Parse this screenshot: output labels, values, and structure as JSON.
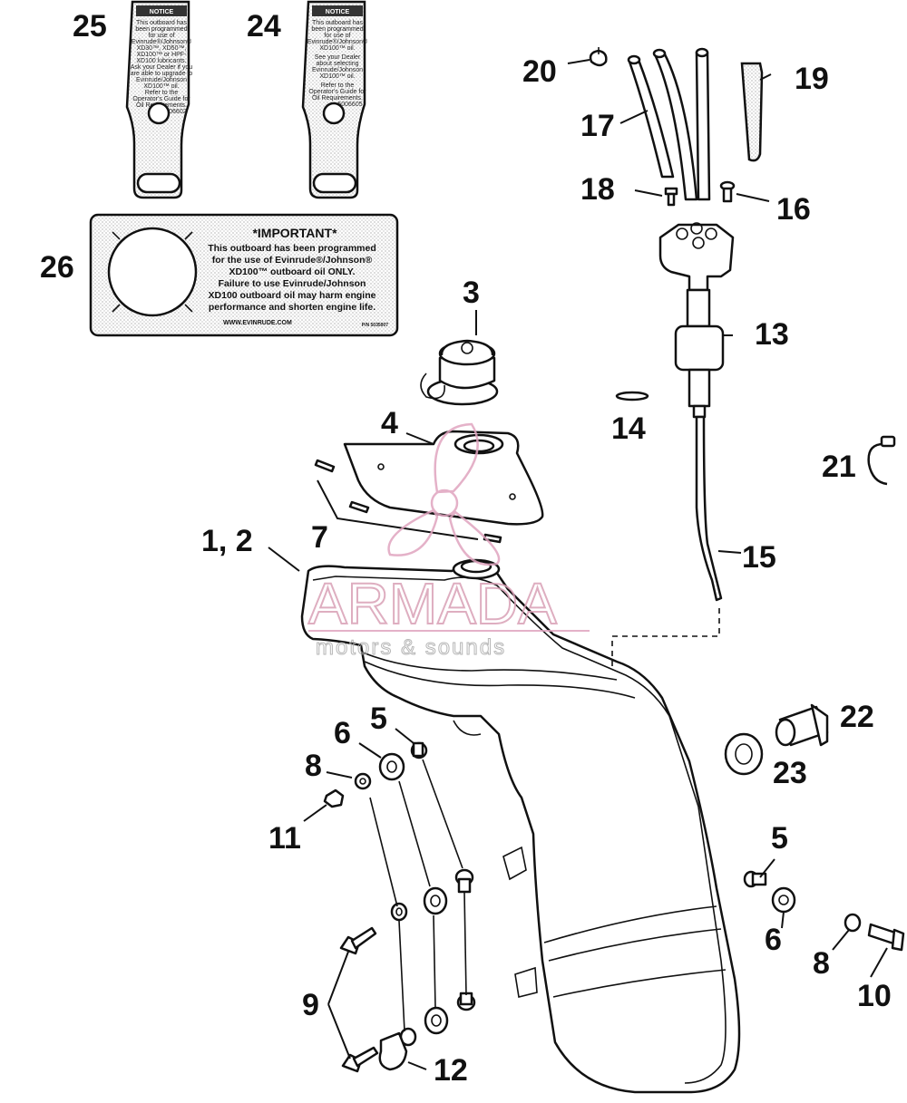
{
  "callouts": {
    "c1": "1, 2",
    "c3": "3",
    "c4": "4",
    "c5a": "5",
    "c5b": "5",
    "c6a": "6",
    "c6b": "6",
    "c7": "7",
    "c8a": "8",
    "c8b": "8",
    "c9": "9",
    "c10": "10",
    "c11": "11",
    "c12": "12",
    "c13": "13",
    "c14": "14",
    "c15": "15",
    "c16": "16",
    "c17": "17",
    "c18": "18",
    "c19": "19",
    "c20": "20",
    "c21": "21",
    "c22": "22",
    "c23": "23",
    "c24": "24",
    "c25": "25",
    "c26": "26"
  },
  "important_label": {
    "heading": "*IMPORTANT*",
    "lines": [
      "This outboard has been programmed",
      "for the use of Evinrude®/Johnson®",
      "XD100™ outboard oil ONLY.",
      "Failure to use Evinrude/Johnson",
      "XD100 outboard oil may harm engine",
      "performance and shorten engine life."
    ],
    "url": "WWW.EVINRUDE.COM",
    "part_no": "P/N 5035007"
  },
  "notice_tag_25": {
    "title": "NOTICE",
    "lines": [
      "This outboard has",
      "been programmed",
      "for use of",
      "Evinrude®/Johnson®",
      "XD30™, XD50™,",
      "XD100™ or HPF-",
      "XD100 lubricants.",
      "Ask your Dealer if you",
      "are able to upgrade to",
      "Evinrude/Johnson",
      "XD100™ oil.",
      "Refer to the",
      "Operator's Guide for",
      "Oil Requirements.",
      "5006602"
    ]
  },
  "notice_tag_24": {
    "title": "NOTICE",
    "lines": [
      "This outboard has",
      "been programmed",
      "for use of",
      "Evinrude®/Johnson®",
      "XD100™ oil.",
      "See your Dealer",
      "about selecting",
      "Evinrude/Johnson",
      "XD100™ oil.",
      "Refer to the",
      "Operator's Guide for",
      "Oil Requirements.",
      "5006605"
    ]
  },
  "watermark": {
    "brand": "ARMADA",
    "sub": "motors & sounds"
  }
}
